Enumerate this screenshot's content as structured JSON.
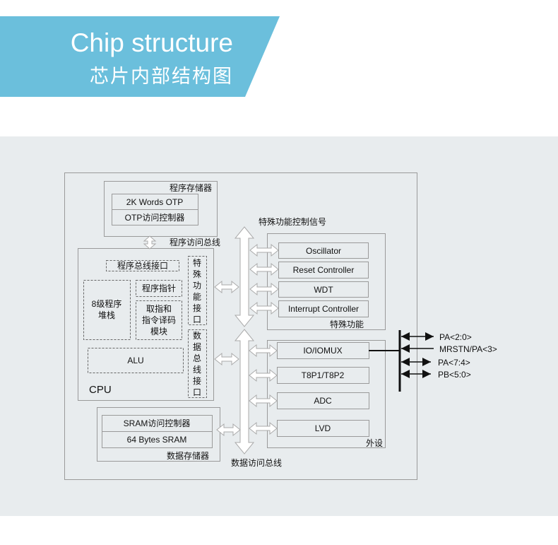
{
  "header": {
    "title_en": "Chip structure",
    "title_cn": "芯片内部结构图",
    "accent_color": "#6bbfdc"
  },
  "diagram": {
    "program_memory": {
      "label": "程序存储器",
      "rows": [
        "2K Words OTP",
        "OTP访问控制器"
      ]
    },
    "program_bus_label": "程序访问总线",
    "cpu": {
      "label": "CPU",
      "program_bus_interface": "程序总线接口",
      "stack": [
        "8级程序",
        "堆栈"
      ],
      "program_counter": "程序指针",
      "fetch_decode": [
        "取指和",
        "指令译码",
        "模块"
      ],
      "alu": "ALU",
      "sfr_interface": [
        "特",
        "殊",
        "功",
        "能",
        "接",
        "口"
      ],
      "data_bus_interface": [
        "数",
        "据",
        "总",
        "线",
        "接",
        "口"
      ]
    },
    "sfr_control_label": "特殊功能控制信号",
    "special_functions": {
      "label": "特殊功能",
      "items": [
        "Oscillator",
        "Reset Controller",
        "WDT",
        "Interrupt Controller"
      ]
    },
    "peripherals": {
      "label": "外设",
      "items": [
        "IO/IOMUX",
        "T8P1/T8P2",
        "ADC",
        "LVD"
      ]
    },
    "data_memory": {
      "label": "数据存储器",
      "rows": [
        "SRAM访问控制器",
        "64 Bytes SRAM"
      ]
    },
    "data_bus_label": "数据访问总线",
    "pins": [
      {
        "label": "PA<2:0>",
        "direction": "bidirectional"
      },
      {
        "label": "MRSTN/PA<3>",
        "direction": "input"
      },
      {
        "label": "PA<7:4>",
        "direction": "bidirectional"
      },
      {
        "label": "PB<5:0>",
        "direction": "bidirectional"
      }
    ]
  }
}
